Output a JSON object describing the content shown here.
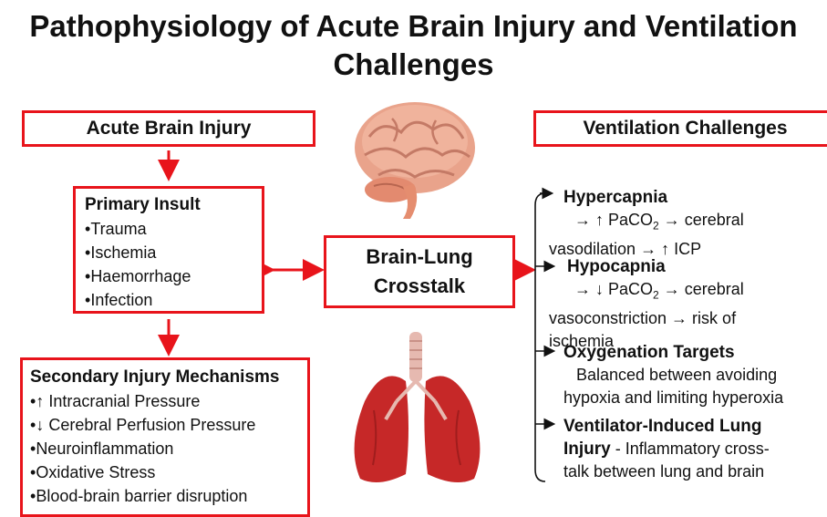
{
  "title_line1": "Pathophysiology of Acute Brain Injury and Ventilation",
  "title_line2": "Challenges",
  "left_header": "Acute Brain Injury",
  "right_header": "Ventilation Challenges",
  "primary": {
    "title": "Primary Insult",
    "items": [
      "Trauma",
      "Ischemia",
      "Haemorrhage",
      "Infection"
    ]
  },
  "secondary": {
    "title": "Secondary Injury Mechanisms",
    "items": [
      "↑ Intracranial Pressure",
      "↓ Cerebral Perfusion Pressure",
      "Neuroinflammation",
      "Oxidative Stress",
      "Blood-brain barrier disruption"
    ]
  },
  "center": {
    "line1": "Brain-Lung",
    "line2": "Crosstalk"
  },
  "hypercapnia": {
    "title": "Hypercapnia",
    "line1a": "→ ↑ PaCO",
    "sub": "2",
    "line1b": " → cerebral",
    "line2": "vasodilation → ↑ ICP"
  },
  "hypocapnia": {
    "title": "Hypocapnia",
    "line1a": "→ ↓ PaCO",
    "sub": "2",
    "line1b": " → cerebral",
    "line2": "vasoconstriction → risk of",
    "line3": "ischemia"
  },
  "oxygenation": {
    "title": "Oxygenation Targets",
    "line1": "Balanced between avoiding",
    "line2": "hypoxia and limiting hyperoxia"
  },
  "vili": {
    "title1": "Ventilator-Induced Lung",
    "title2": "Injury",
    "desc1": " - Inflammatory cross-",
    "desc2": "talk between lung and brain"
  },
  "colors": {
    "accent": "#e8141b",
    "brain": "#e7a48c",
    "lung": "#c62828"
  }
}
